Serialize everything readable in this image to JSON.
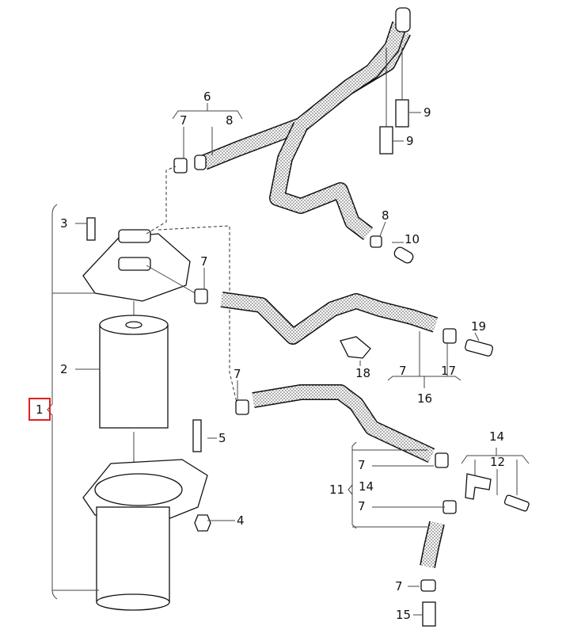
{
  "diagram": {
    "title": "Fuel filter assembly exploded view",
    "highlight_color": "#e02020",
    "callouts": [
      "6",
      "7",
      "8",
      "9",
      "9",
      "3",
      "7",
      "8",
      "10",
      "2",
      "19",
      "7",
      "18",
      "7",
      "17",
      "16",
      "1",
      "5",
      "14",
      "7",
      "12",
      "11",
      "14",
      "7",
      "4",
      "7",
      "15"
    ]
  }
}
